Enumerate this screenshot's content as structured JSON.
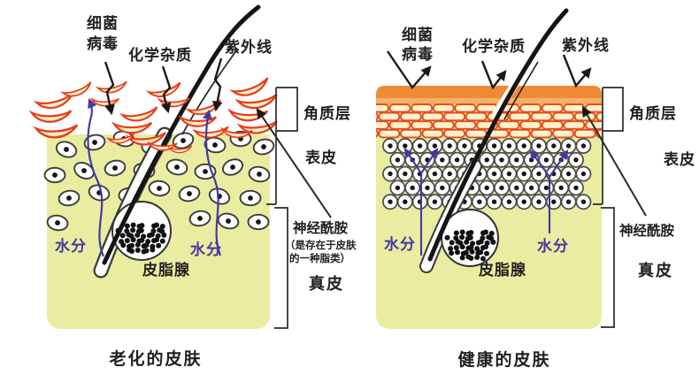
{
  "aged": {
    "caption": "老化的皮肤",
    "threats": {
      "bacteria_line1": "细菌",
      "bacteria_line2": "病毒",
      "chemical": "化学杂质",
      "uv": "紫外线"
    },
    "moisture_left": "水分",
    "moisture_right": "水分",
    "sebaceous_gland": "皮脂腺",
    "layers": {
      "corneum": "角质层",
      "epidermis": "表皮",
      "ceramide": "神经酰胺",
      "ceramide_note_line1": "（是存在于皮肤",
      "ceramide_note_line2": "的一种脂类）",
      "dermis": "真皮"
    }
  },
  "healthy": {
    "caption": "健康的皮肤",
    "threats": {
      "bacteria_line1": "细菌",
      "bacteria_line2": "病毒",
      "chemical": "化学杂质",
      "uv": "紫外线"
    },
    "moisture_left": "水分",
    "moisture_right": "水分",
    "sebaceous_gland": "皮脂腺",
    "layers": {
      "corneum": "角质层",
      "epidermis": "表皮",
      "ceramide": "神经酰胺",
      "dermis": "真皮"
    }
  },
  "colors": {
    "dermis_yellow": "#eaeca1",
    "flake_red": "#e83c1a",
    "flake_fill": "#fdf1cb",
    "brick_red": "#e84a1e",
    "brick_fill": "#fcf2cc",
    "sebum_orange": "#ee8a36",
    "sebum_orange_light": "#f6b168",
    "moisture_indigo": "#423a9f",
    "ink": "#1f1f1f"
  }
}
